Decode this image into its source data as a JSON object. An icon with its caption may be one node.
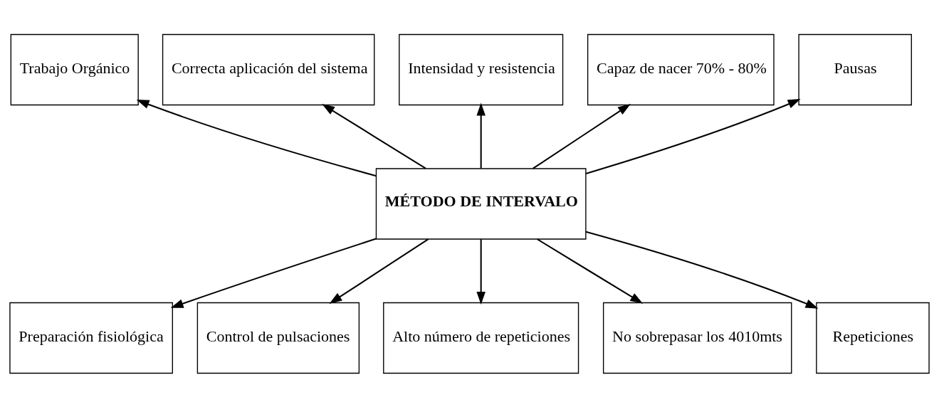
{
  "diagram": {
    "nodes": [
      {
        "text": [
          "MÉTODO DE INTERVALO"
        ]
      },
      {
        "text": [
          "Trabajo Orgánico"
        ]
      },
      {
        "text": [
          "Correcta aplicación del sistema"
        ]
      },
      {
        "text": [
          "Intensidad y resistencia"
        ]
      },
      {
        "text": [
          "Capaz de nacer 70% - 80%"
        ]
      },
      {
        "text": [
          "Pausas"
        ]
      },
      {
        "text": [
          "Preparación fisiológica"
        ]
      },
      {
        "text": [
          "Control de pulsaciones"
        ]
      },
      {
        "text": [
          "Alto número de repeticiones"
        ]
      },
      {
        "text": [
          "No sobrepasar los 4010mts"
        ]
      },
      {
        "text": [
          "Repeticiones"
        ]
      }
    ],
    "edges": [
      {
        "from": 0,
        "to": 1,
        "arrow": "to"
      },
      {
        "from": 0,
        "to": 2,
        "arrow": "to"
      },
      {
        "from": 0,
        "to": 3,
        "arrow": "to"
      },
      {
        "from": 0,
        "to": 4,
        "arrow": "to"
      },
      {
        "from": 0,
        "to": 5,
        "arrow": "to"
      },
      {
        "from": 0,
        "to": 6,
        "arrow": "to"
      },
      {
        "from": 0,
        "to": 7,
        "arrow": "to"
      },
      {
        "from": 0,
        "to": 8,
        "arrow": "to"
      },
      {
        "from": 0,
        "to": 9,
        "arrow": "to"
      },
      {
        "from": 0,
        "to": 10,
        "arrow": "to"
      }
    ]
  }
}
